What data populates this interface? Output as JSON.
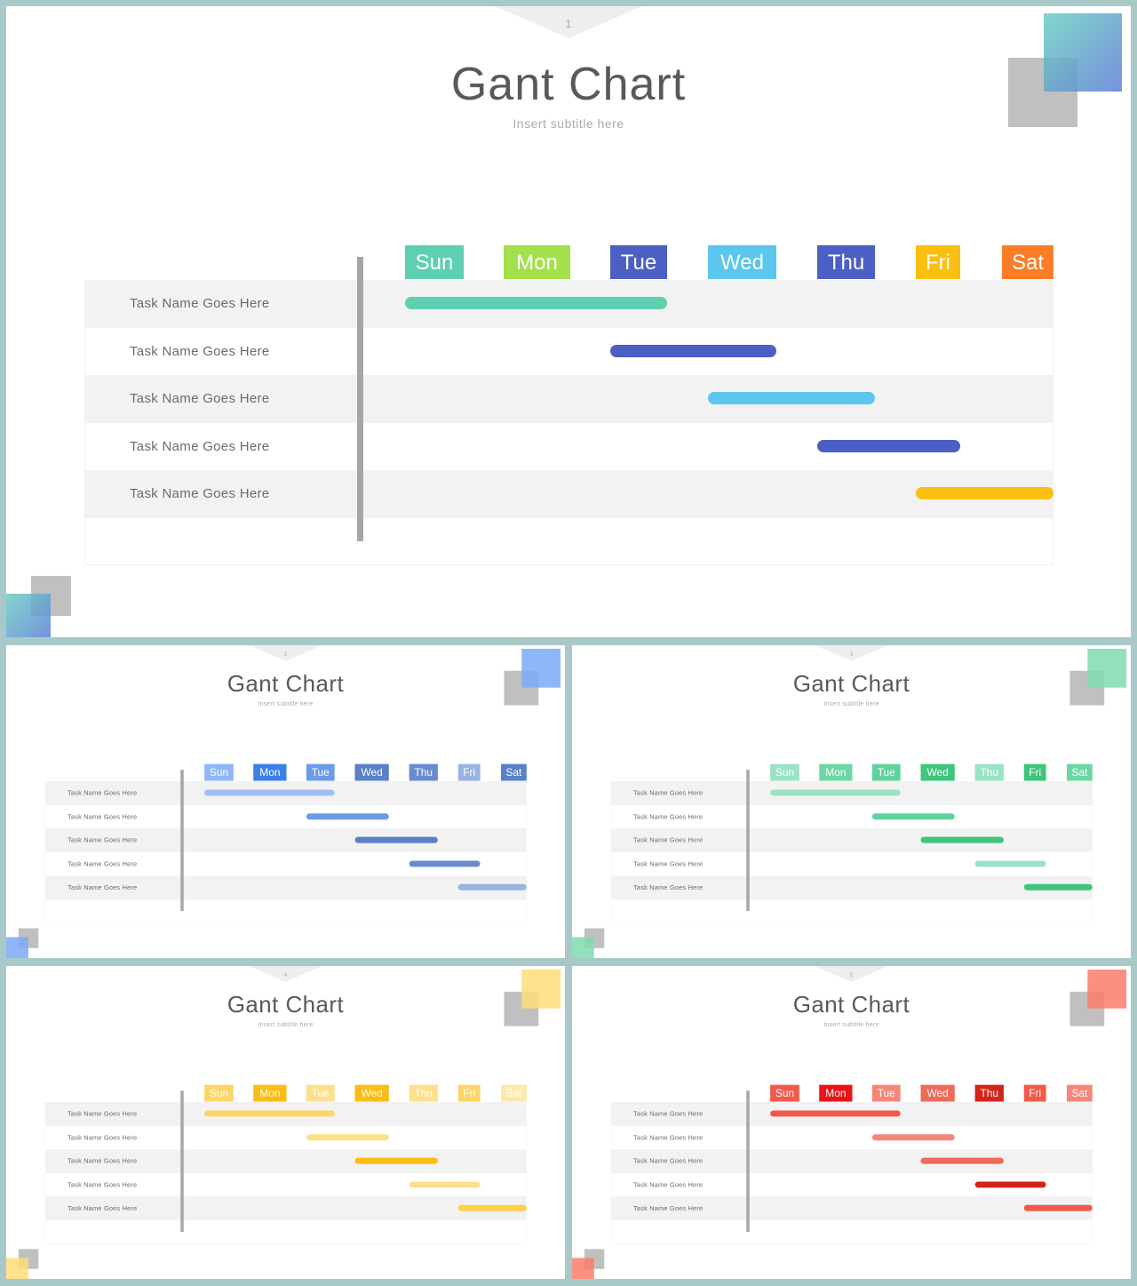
{
  "slides": [
    {
      "number": "1",
      "title": "Gant Chart",
      "subtitle": "Insert  subtitle  here",
      "accent_square": "linear-gradient(135deg,#6ccfc1,#5c7fd8)",
      "tasks": [
        "Task Name  Goes Here",
        "Task Name  Goes Here",
        "Task Name  Goes Here",
        "Task Name  Goes Here",
        "Task Name  Goes Here"
      ],
      "days": [
        {
          "label": "Sun",
          "color": "#5ecfb0"
        },
        {
          "label": "Mon",
          "color": "#a3e04b"
        },
        {
          "label": "Tue",
          "color": "#4c5fc4"
        },
        {
          "label": "Wed",
          "color": "#5bc6ee"
        },
        {
          "label": "Thu",
          "color": "#4c5fc4"
        },
        {
          "label": "Fri",
          "color": "#fbbf10"
        },
        {
          "label": "Sat",
          "color": "#fb7d26"
        }
      ],
      "bars": [
        {
          "start": "Sun",
          "end": "Tue",
          "color": "#5ecfb0"
        },
        {
          "start": "Tue",
          "end": "Wed",
          "color": "#4c5fc4"
        },
        {
          "start": "Wed",
          "end": "Thu",
          "color": "#5bc6ee"
        },
        {
          "start": "Thu",
          "end": "Fri",
          "color": "#4c5fc4"
        },
        {
          "start": "Fri",
          "end": "Sat",
          "color": "#fbbf10"
        }
      ]
    },
    {
      "number": "2",
      "title": "Gant Chart",
      "subtitle": "Insert  subtitle  here",
      "accent_square": "#7aaaf8",
      "tasks": [
        "Task Name  Goes Here",
        "Task Name  Goes Here",
        "Task Name  Goes Here",
        "Task Name  Goes Here",
        "Task Name  Goes Here"
      ],
      "days": [
        {
          "label": "Sun",
          "color": "#8fb8f6"
        },
        {
          "label": "Mon",
          "color": "#3d7fe8"
        },
        {
          "label": "Tue",
          "color": "#6b9ce8"
        },
        {
          "label": "Wed",
          "color": "#5a80c8"
        },
        {
          "label": "Thu",
          "color": "#6a8ccf"
        },
        {
          "label": "Fri",
          "color": "#98b3e0"
        },
        {
          "label": "Sat",
          "color": "#5a80c8"
        }
      ],
      "bars": [
        {
          "start": "Sun",
          "end": "Tue",
          "color": "#9ebef6"
        },
        {
          "start": "Tue",
          "end": "Wed",
          "color": "#6b9ce8"
        },
        {
          "start": "Wed",
          "end": "Thu",
          "color": "#5a80c8"
        },
        {
          "start": "Thu",
          "end": "Fri",
          "color": "#6a8ccf"
        },
        {
          "start": "Fri",
          "end": "Sat",
          "color": "#98b3e0"
        }
      ]
    },
    {
      "number": "3",
      "title": "Gant Chart",
      "subtitle": "Insert  subtitle  here",
      "accent_square": "#80dcb0",
      "tasks": [
        "Task Name  Goes Here",
        "Task Name  Goes Here",
        "Task Name  Goes Here",
        "Task Name  Goes Here",
        "Task Name  Goes Here"
      ],
      "days": [
        {
          "label": "Sun",
          "color": "#9ae3c3"
        },
        {
          "label": "Mon",
          "color": "#6dd6a4"
        },
        {
          "label": "Tue",
          "color": "#5fd39b"
        },
        {
          "label": "Wed",
          "color": "#3fc57c"
        },
        {
          "label": "Thu",
          "color": "#9ae3c3"
        },
        {
          "label": "Fri",
          "color": "#3fc57c"
        },
        {
          "label": "Sat",
          "color": "#6dd6a4"
        }
      ],
      "bars": [
        {
          "start": "Sun",
          "end": "Tue",
          "color": "#9ae3c3"
        },
        {
          "start": "Tue",
          "end": "Wed",
          "color": "#5fd39b"
        },
        {
          "start": "Wed",
          "end": "Thu",
          "color": "#3fc57c"
        },
        {
          "start": "Thu",
          "end": "Fri",
          "color": "#9ae3c3"
        },
        {
          "start": "Fri",
          "end": "Sat",
          "color": "#3fc57c"
        }
      ]
    },
    {
      "number": "4",
      "title": "Gant Chart",
      "subtitle": "Insert  subtitle  here",
      "accent_square": "#fddc78",
      "tasks": [
        "Task Name  Goes Here",
        "Task Name  Goes Here",
        "Task Name  Goes Here",
        "Task Name  Goes Here",
        "Task Name  Goes Here"
      ],
      "days": [
        {
          "label": "Sun",
          "color": "#fdd466"
        },
        {
          "label": "Mon",
          "color": "#fbbc14"
        },
        {
          "label": "Tue",
          "color": "#fde08a"
        },
        {
          "label": "Wed",
          "color": "#fbbc14"
        },
        {
          "label": "Thu",
          "color": "#fde08a"
        },
        {
          "label": "Fri",
          "color": "#fdd466"
        },
        {
          "label": "Sat",
          "color": "#fdeaa8"
        }
      ],
      "bars": [
        {
          "start": "Sun",
          "end": "Tue",
          "color": "#fdd466"
        },
        {
          "start": "Tue",
          "end": "Wed",
          "color": "#fde08a"
        },
        {
          "start": "Wed",
          "end": "Thu",
          "color": "#fbbc14"
        },
        {
          "start": "Thu",
          "end": "Fri",
          "color": "#fde08a"
        },
        {
          "start": "Fri",
          "end": "Sat",
          "color": "#fdd04a"
        }
      ]
    },
    {
      "number": "5",
      "title": "Gant Chart",
      "subtitle": "Insert  subtitle  here",
      "accent_square": "#fb7c6a",
      "tasks": [
        "Task Name  Goes Here",
        "Task Name  Goes Here",
        "Task Name  Goes Here",
        "Task Name  Goes Here",
        "Task Name  Goes Here"
      ],
      "days": [
        {
          "label": "Sun",
          "color": "#f15a4a"
        },
        {
          "label": "Mon",
          "color": "#e8141a"
        },
        {
          "label": "Tue",
          "color": "#f4877a"
        },
        {
          "label": "Wed",
          "color": "#ee6a5a"
        },
        {
          "label": "Thu",
          "color": "#d4241a"
        },
        {
          "label": "Fri",
          "color": "#f15a4a"
        },
        {
          "label": "Sat",
          "color": "#f4877a"
        }
      ],
      "bars": [
        {
          "start": "Sun",
          "end": "Tue",
          "color": "#f15a4a"
        },
        {
          "start": "Tue",
          "end": "Wed",
          "color": "#f4877a"
        },
        {
          "start": "Wed",
          "end": "Thu",
          "color": "#ee6a5a"
        },
        {
          "start": "Thu",
          "end": "Fri",
          "color": "#d4241a"
        },
        {
          "start": "Fri",
          "end": "Sat",
          "color": "#f15a4a"
        }
      ]
    }
  ]
}
